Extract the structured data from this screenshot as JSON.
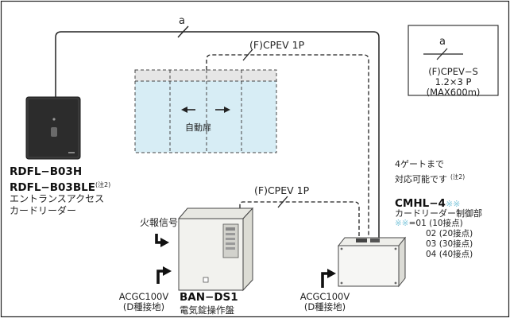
{
  "colors": {
    "line": "#222222",
    "door_glass": "#d7edf5",
    "door_top": "#e6e6e6",
    "accent": "#7fc7dc",
    "reader_body": "#3a3a3a",
    "panel_body": "#f2f2ee"
  },
  "cable_a": {
    "label": "a"
  },
  "cable_cpev_top": {
    "label": "(F)CPEV 1P"
  },
  "cable_cpev_mid": {
    "label": "(F)CPEV 1P"
  },
  "legend": {
    "symbol_label": "a",
    "spec_lines": [
      "(F)CPEV−S",
      "1.2×3 P",
      "(MAX600m)"
    ]
  },
  "door": {
    "label": "自動扉"
  },
  "reader": {
    "model_1": "RDFL−B03H",
    "model_2": "RDFL−B03BLE",
    "note_2": "(注2)",
    "desc_lines": [
      "エントランスアクセス",
      "カードリーダー"
    ]
  },
  "gate_note": {
    "line_1": "4ゲートまで",
    "line_2": "対応可能です",
    "note_2": "(注2)"
  },
  "controller": {
    "model": "CMHL−4",
    "model_suffix": "※※",
    "desc": "カードリーダー制御部",
    "code_prefix": "※※",
    "code_lines": [
      "=01 (10接点)",
      "02 (20接点)",
      "03 (30接点)",
      "04 (40接点)"
    ]
  },
  "fire_signal": {
    "label": "火報信号"
  },
  "panel": {
    "model": "BAN−DS1",
    "desc": "電気錠操作盤"
  },
  "power_left": {
    "line_1": "ACGC100V",
    "line_2": "(D種接地)"
  },
  "power_right": {
    "line_1": "ACGC100V",
    "line_2": "(D種接地)"
  }
}
